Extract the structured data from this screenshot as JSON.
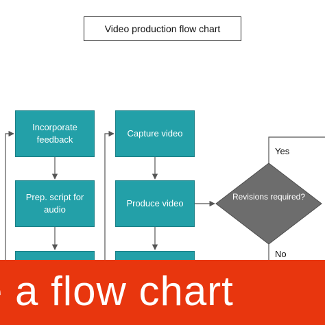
{
  "diagram": {
    "title": "Video production flow chart",
    "steps": {
      "incorporate_feedback": "Incorporate feedback",
      "prep_script": "Prep. script for audio",
      "capture_video": "Capture video",
      "produce_video": "Produce video"
    },
    "decision": {
      "label": "Revisions required?",
      "yes_label": "Yes",
      "no_label": "No"
    }
  },
  "banner": {
    "text": "e a flow chart"
  },
  "colors": {
    "step_fill": "#23a0a8",
    "decision_fill": "#6d6d6d",
    "connector": "#555555",
    "banner": "#e8360e"
  }
}
